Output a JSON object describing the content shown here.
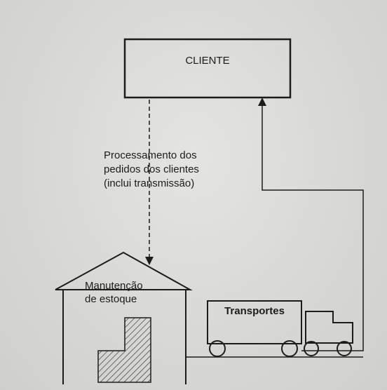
{
  "diagram": {
    "client_box": {
      "label": "CLIENTE"
    },
    "order_processing": {
      "lines": [
        "Processamento dos",
        "pedidos dos clientes",
        "(inclui transmissão)"
      ]
    },
    "inventory": {
      "lines": [
        "Manutenção",
        "de estoque"
      ]
    },
    "transport": {
      "label": "Transportes"
    }
  },
  "colors": {
    "ink": "#1c1c1c",
    "paper": "#d9d9d6"
  }
}
